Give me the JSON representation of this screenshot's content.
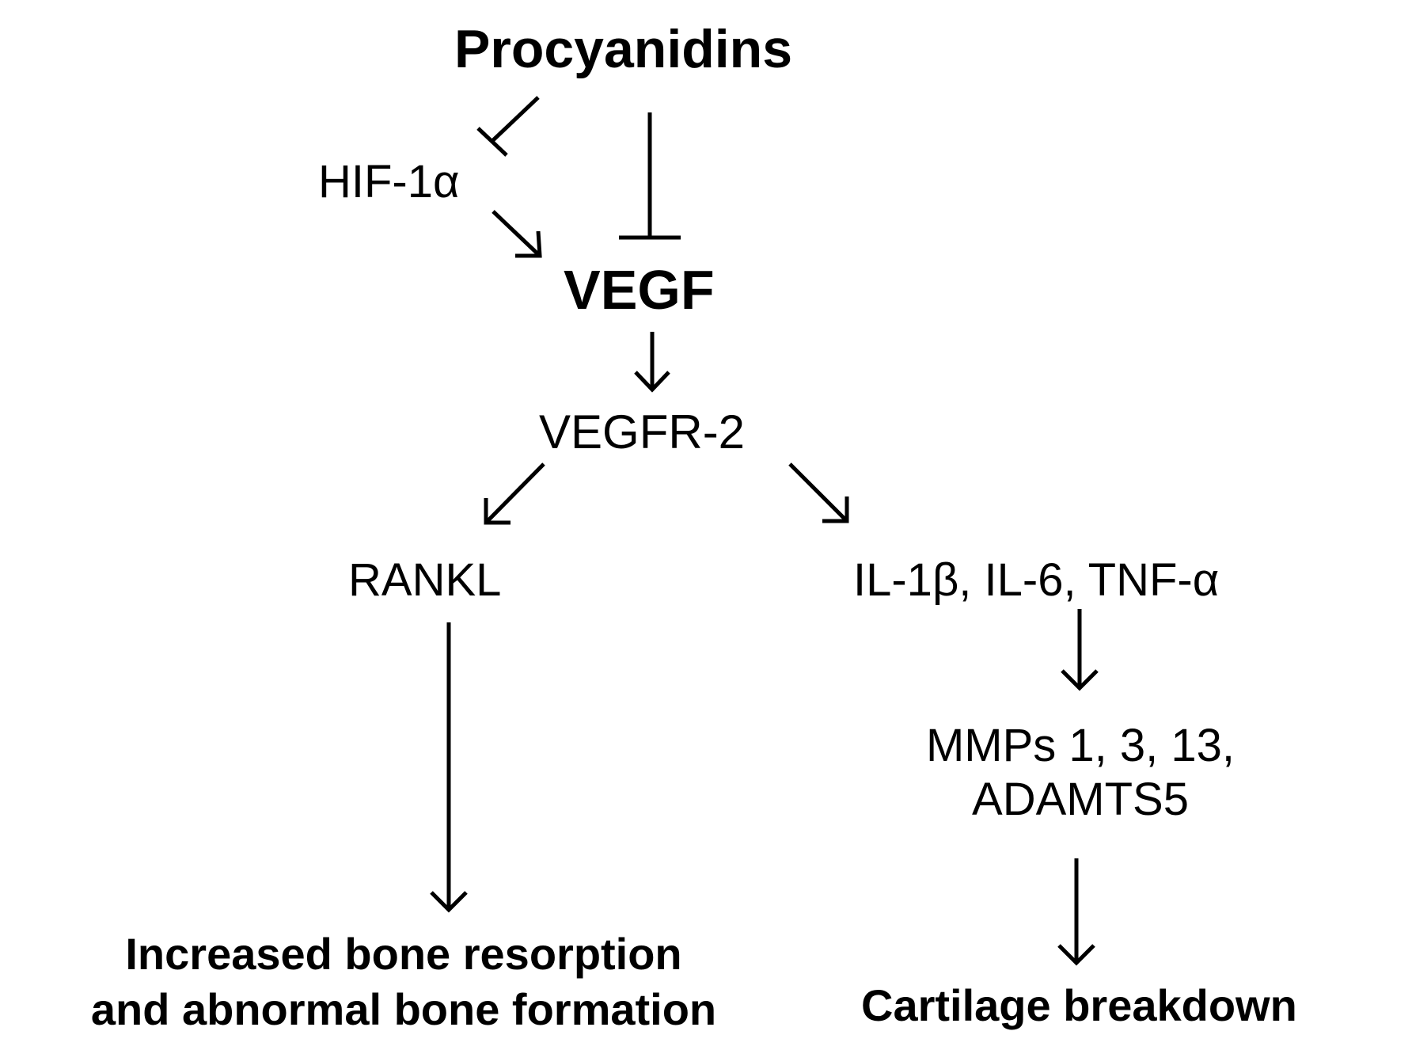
{
  "diagram": {
    "nodes": {
      "procyanidins": "Procyanidins",
      "hif1a": "HIF-1α",
      "vegf": "VEGF",
      "vegfr2": "VEGFR-2",
      "rankl": "RANKL",
      "cytokines": "IL-1β, IL-6, TNF-α",
      "mmps_line1": "MMPs 1, 3, 13,",
      "mmps_line2": "ADAMTS5",
      "bone_line1": "Increased bone resorption",
      "bone_line2": "and abnormal bone formation",
      "cartilage": "Cartilage breakdown"
    },
    "edges": [
      {
        "from": "procyanidins",
        "to": "hif1a",
        "type": "inhibition"
      },
      {
        "from": "procyanidins",
        "to": "vegf",
        "type": "inhibition"
      },
      {
        "from": "hif1a",
        "to": "vegf",
        "type": "activation"
      },
      {
        "from": "vegf",
        "to": "vegfr2",
        "type": "activation"
      },
      {
        "from": "vegfr2",
        "to": "rankl",
        "type": "activation"
      },
      {
        "from": "vegfr2",
        "to": "cytokines",
        "type": "activation"
      },
      {
        "from": "rankl",
        "to": "bone_outcome",
        "type": "activation"
      },
      {
        "from": "cytokines",
        "to": "mmps",
        "type": "activation"
      },
      {
        "from": "mmps",
        "to": "cartilage",
        "type": "activation"
      }
    ]
  }
}
